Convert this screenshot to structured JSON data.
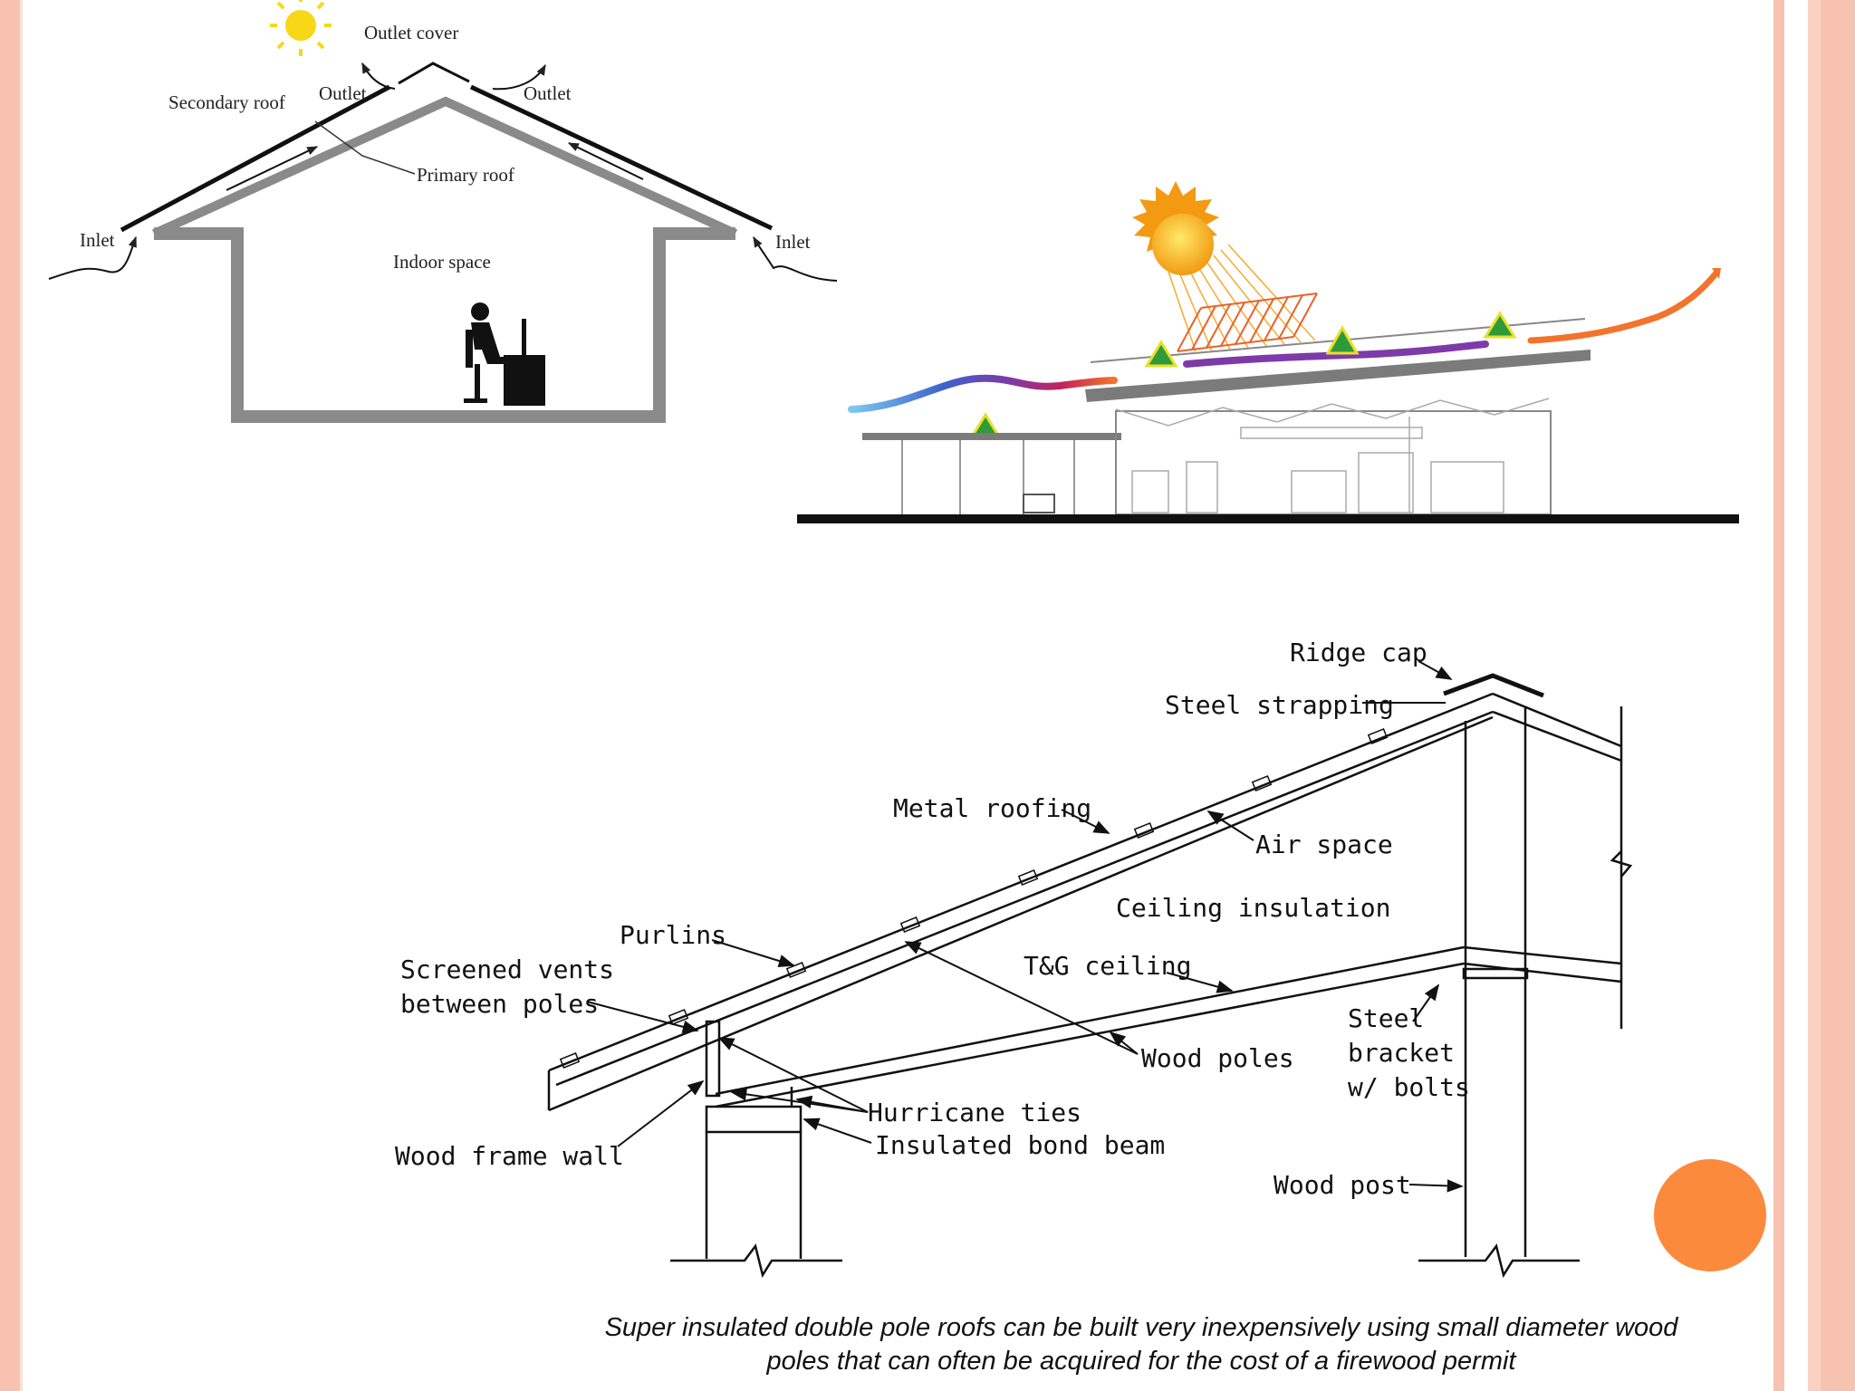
{
  "colors": {
    "stripe": "#f7c3b0",
    "accent_dot": "#fb8a3c",
    "sun": "#f6d816",
    "roof_gray": "#8a8a8a"
  },
  "house_section": {
    "labels": {
      "outlet_cover": "Outlet cover",
      "outlet_left": "Outlet",
      "outlet_right": "Outlet",
      "secondary_roof": "Secondary roof",
      "primary_roof": "Primary roof",
      "inlet_left": "Inlet",
      "inlet_right": "Inlet",
      "indoor_space": "Indoor space"
    },
    "icons": [
      "sun-icon",
      "person-at-desk-icon"
    ]
  },
  "station_section": {
    "icons": [
      "sun-icon",
      "solar-panel-icon",
      "green-energy-icon",
      "airflow-arrow-icon",
      "car-icon"
    ]
  },
  "roof_detail": {
    "labels": {
      "ridge_cap": "Ridge cap",
      "steel_strapping": "Steel strapping",
      "metal_roofing": "Metal roofing",
      "air_space": "Air space",
      "ceiling_insulation": "Ceiling insulation",
      "purlins": "Purlins",
      "screened_vents_1": "Screened vents",
      "screened_vents_2": "between poles",
      "tg_ceiling": "T&G ceiling",
      "wood_poles": "Wood poles",
      "steel_bracket_1": "Steel",
      "steel_bracket_2": "bracket",
      "steel_bracket_3": "w/ bolts",
      "hurricane_ties": "Hurricane ties",
      "insulated_bond_beam": "Insulated bond beam",
      "wood_frame_wall": "Wood frame wall",
      "wood_post": "Wood post"
    }
  },
  "caption": {
    "line1": "Super insulated double pole roofs can be built very inexpensively using small diameter wood",
    "line2": "poles that can often be acquired for the cost of a firewood permit"
  }
}
